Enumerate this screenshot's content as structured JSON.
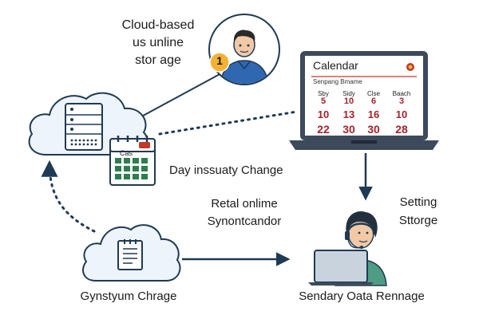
{
  "labels": {
    "cloud_storage": [
      "Cloud-based",
      "us unline",
      "stor age"
    ],
    "badge_number": "1",
    "day_change": "Day inssuaty Change",
    "retal": [
      "Retal onlime",
      "Synontcandor"
    ],
    "setting": [
      "Setting",
      "Sttorge"
    ],
    "gynstyum": "Gynstyum Chrage",
    "sendary": "Sendary Oata Rennage"
  },
  "laptop_calendar": {
    "title": "Calendar",
    "subtitle": "Senpang Bmame",
    "headers": [
      "Sby",
      "Sidy",
      "Clse",
      "Baach"
    ],
    "rows": [
      [
        "5",
        "10",
        "6",
        "3"
      ],
      [
        "10",
        "13",
        "16",
        "10"
      ],
      [
        "22",
        "30",
        "30",
        "28"
      ]
    ]
  },
  "small_calendar": {
    "title": "Cas"
  },
  "colors": {
    "cloud_fill": "#edf4fb",
    "cloud_stroke": "#1f3a55",
    "arrow": "#1f3a55",
    "calendar_red": "#c0392b",
    "calendar_green": "#2e7d4f",
    "badge": "#f4b233",
    "shirt": "#2f67b1",
    "laptop": "#3c4a5c"
  }
}
